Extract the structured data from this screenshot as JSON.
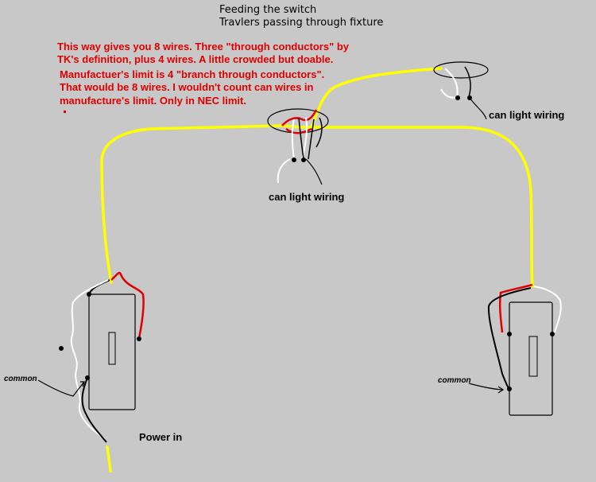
{
  "title": {
    "line1": "Feeding the switch",
    "line2": "Travlers passing through fixture"
  },
  "note": {
    "line1": "This way gives you 8 wires.  Three \"through conductors\" by",
    "line2": "TK's definition, plus 4 wires.  A little crowded but doable.",
    "line3": "Manufactuer's limit is 4 \"branch through conductors\".",
    "line4": "That would be 8 wires.  I wouldn't count can wires in",
    "line5": "manufacture's limit.  Only in NEC limit."
  },
  "labels": {
    "can_light_center": "can light wiring",
    "can_light_right": "can light wiring",
    "common_left": "common",
    "common_right": "common",
    "power_in": "Power in"
  },
  "colors": {
    "background": "#c8c8c8",
    "note_text": "#e00000",
    "hot_wire": "#ffff00",
    "traveler_wire": "#e00000",
    "neutral_wire": "#ffffff",
    "ground_wire": "#000000"
  }
}
